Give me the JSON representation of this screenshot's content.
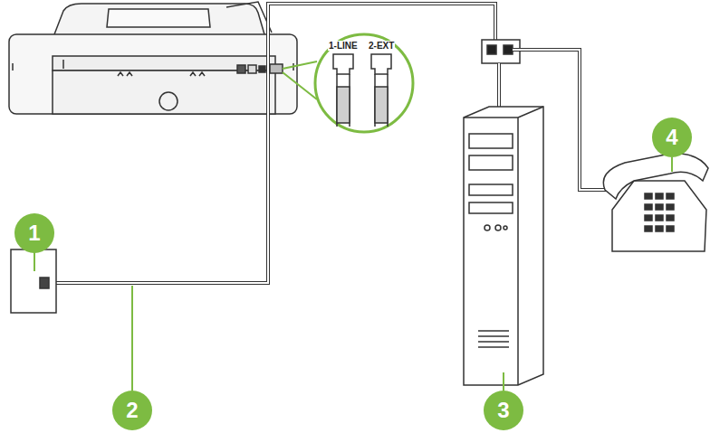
{
  "diagram": {
    "labels": [
      "1-LINE",
      "2-EXT",
      "1",
      "2",
      "3",
      "4"
    ]
  }
}
